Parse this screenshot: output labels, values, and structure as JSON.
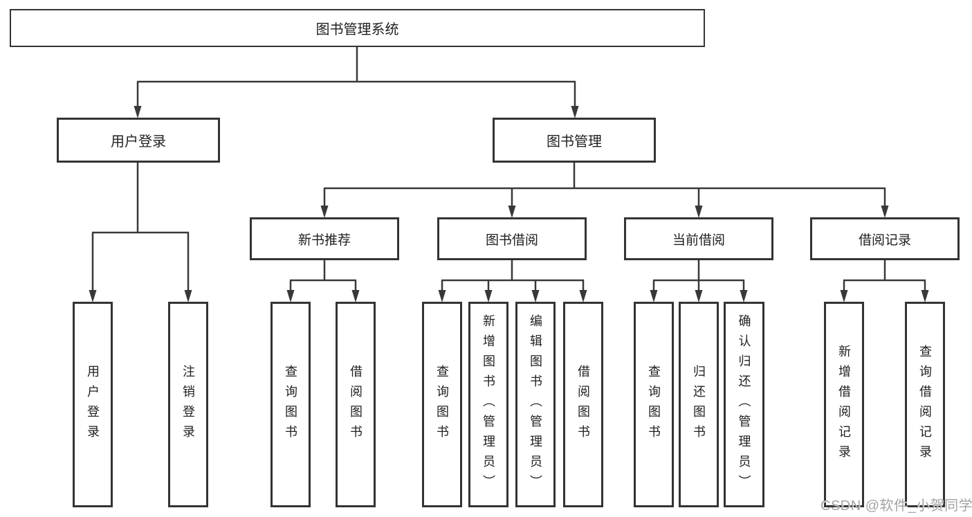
{
  "tree": {
    "root": {
      "label": "图书管理系统"
    },
    "branches": [
      {
        "label": "用户登录",
        "children": [
          {
            "label": "用户登录"
          },
          {
            "label": "注销登录"
          }
        ]
      },
      {
        "label": "图书管理",
        "children": [
          {
            "label": "新书推荐",
            "children": [
              {
                "label": "查询图书"
              },
              {
                "label": "借阅图书"
              }
            ]
          },
          {
            "label": "图书借阅",
            "children": [
              {
                "label": "查询图书"
              },
              {
                "label": "新增图书（管理员）"
              },
              {
                "label": "编辑图书（管理员）"
              },
              {
                "label": "借阅图书"
              }
            ]
          },
          {
            "label": "当前借阅",
            "children": [
              {
                "label": "查询图书"
              },
              {
                "label": "归还图书"
              },
              {
                "label": "确认归还（管理员）"
              }
            ]
          },
          {
            "label": "借阅记录",
            "children": [
              {
                "label": "新增借阅记录"
              },
              {
                "label": "查询借阅记录"
              }
            ]
          }
        ]
      }
    ]
  },
  "watermark": {
    "text": "CSDN @软件_小贺同学"
  },
  "colors": {
    "line": "#383838",
    "box_border": "#333333",
    "background": "#ffffff",
    "watermark": "#a3a3a3"
  }
}
